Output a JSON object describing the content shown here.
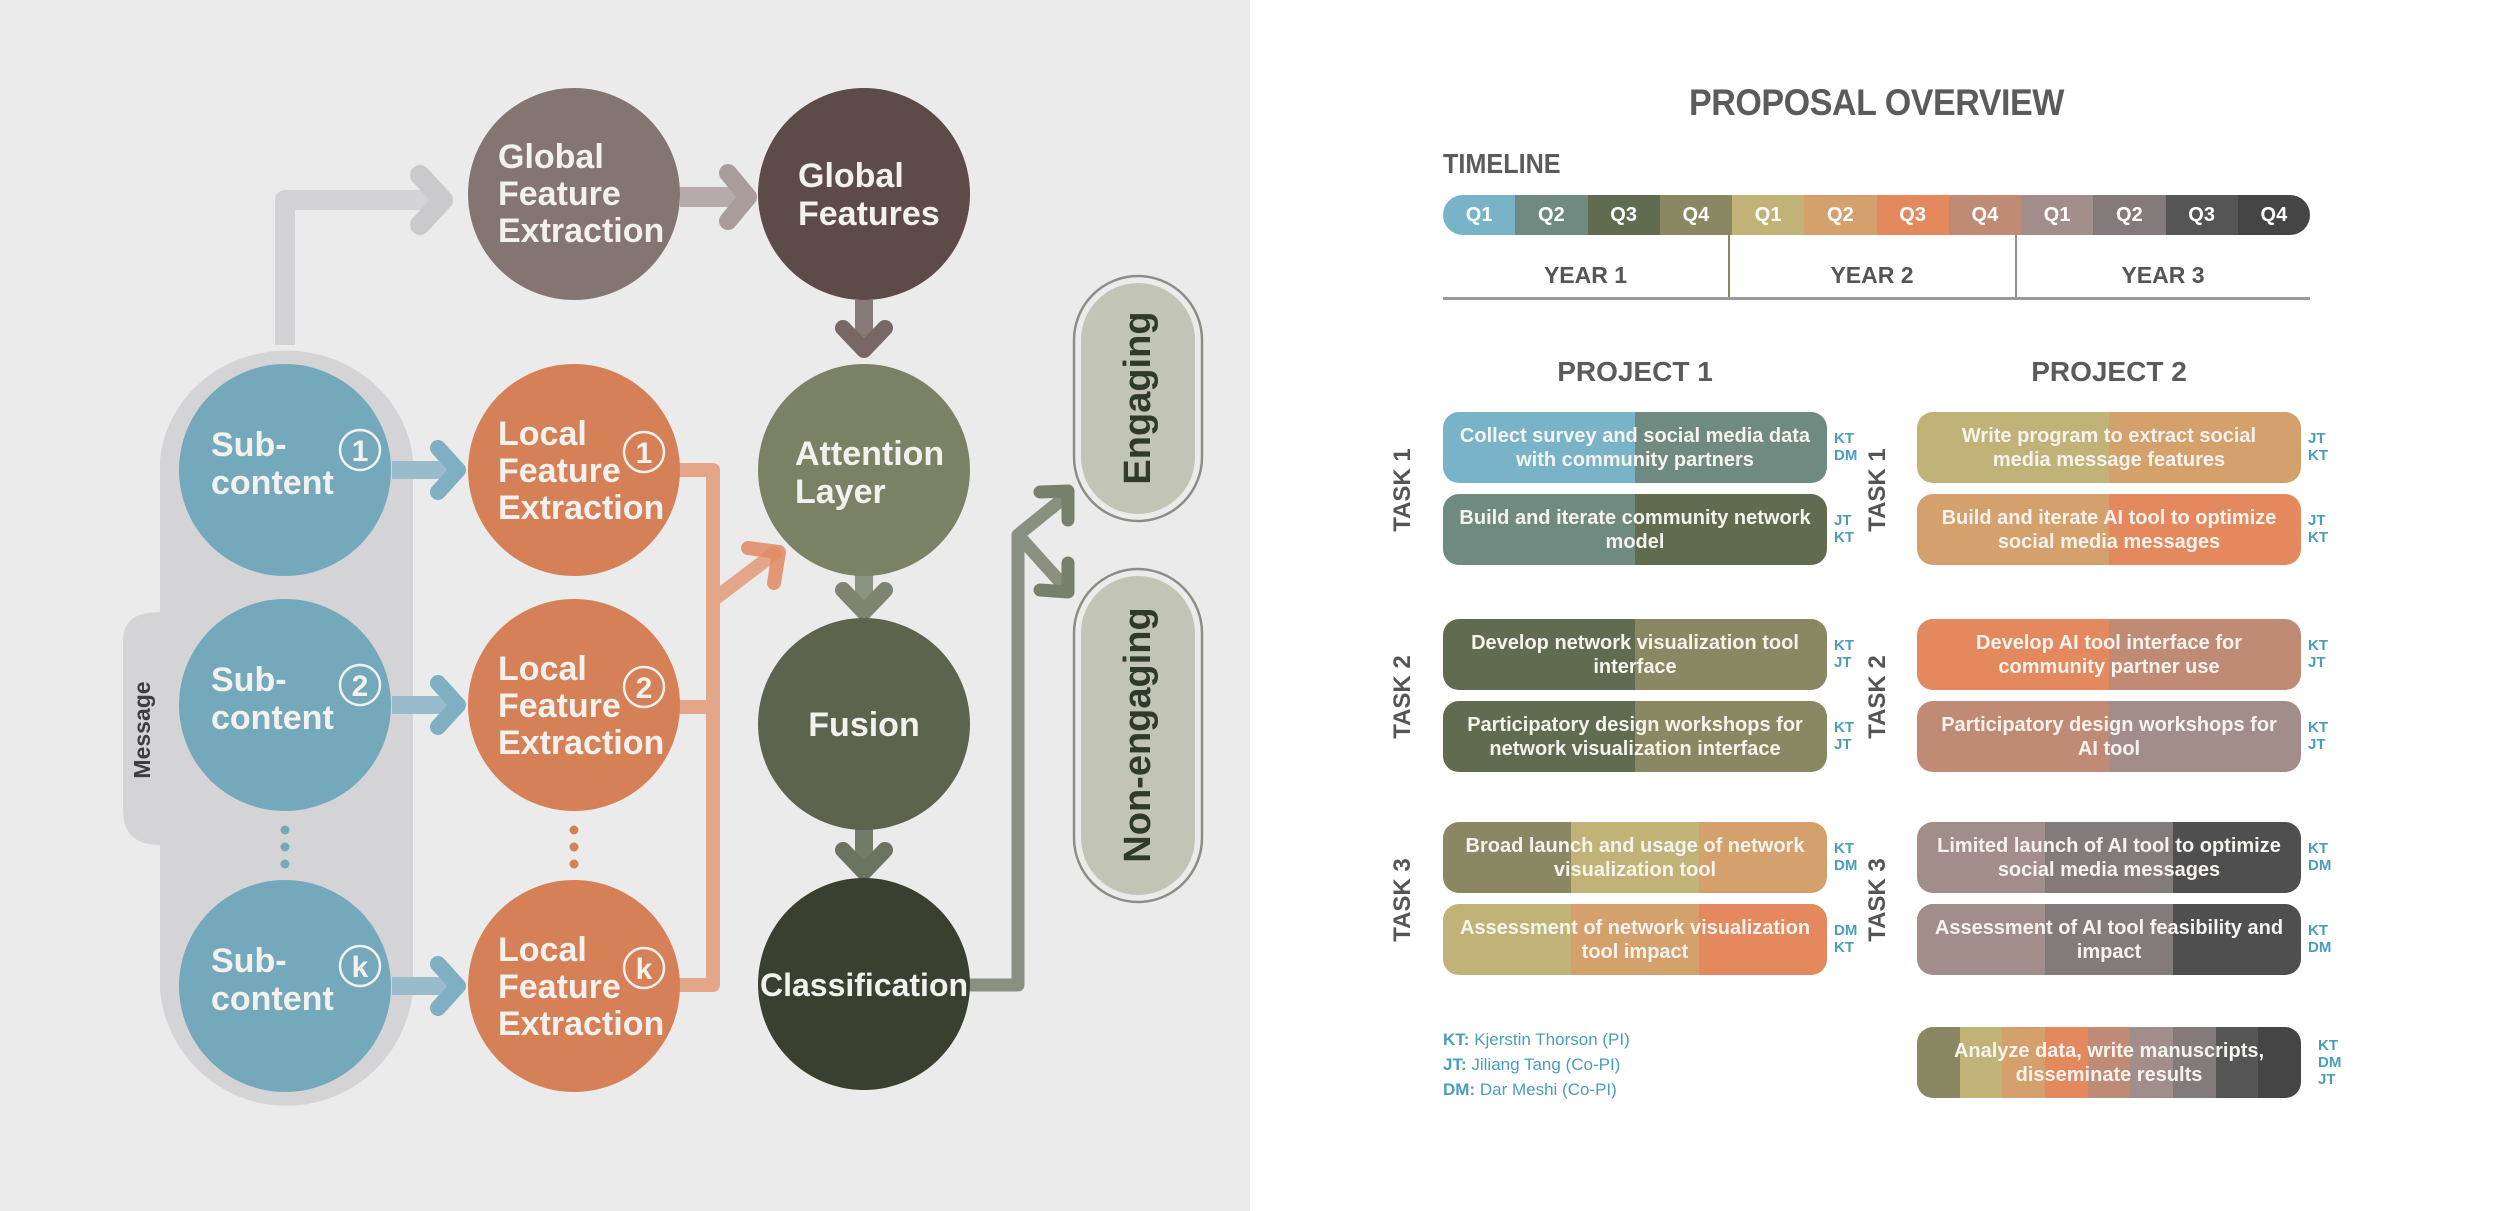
{
  "diagram": {
    "message_label": "Message",
    "subcontents": [
      {
        "line1": "Sub-",
        "line2": "content",
        "index": "1"
      },
      {
        "line1": "Sub-",
        "line2": "content",
        "index": "2"
      },
      {
        "line1": "Sub-",
        "line2": "content",
        "index": "k"
      }
    ],
    "local_features": [
      {
        "line1": "Local",
        "line2": "Feature",
        "line3": "Extraction",
        "index": "1"
      },
      {
        "line1": "Local",
        "line2": "Feature",
        "line3": "Extraction",
        "index": "2"
      },
      {
        "line1": "Local",
        "line2": "Feature",
        "line3": "Extraction",
        "index": "k"
      }
    ],
    "global_extraction": {
      "line1": "Global",
      "line2": "Feature",
      "line3": "Extraction"
    },
    "global_features": {
      "line1": "Global",
      "line2": "Features"
    },
    "attention": {
      "line1": "Attention",
      "line2": "Layer"
    },
    "fusion": "Fusion",
    "classification": "Classification",
    "outputs": [
      "Engaging",
      "Non-engaging"
    ],
    "colors": {
      "subcontent": "#74a9bc",
      "local": "#d68058",
      "global_extraction": "#857572",
      "global_features": "#5c4b48",
      "attention": "#7a8165",
      "fusion": "#5d644d",
      "classification": "#39402f",
      "output": "#c2c5b6"
    }
  },
  "overview": {
    "title": "PROPOSAL OVERVIEW",
    "timeline_label": "TIMELINE",
    "quarters": [
      {
        "label": "Q1",
        "color": "#78b3c8"
      },
      {
        "label": "Q2",
        "color": "#6f8a80"
      },
      {
        "label": "Q3",
        "color": "#606b50"
      },
      {
        "label": "Q4",
        "color": "#8a8862"
      },
      {
        "label": "Q1",
        "color": "#c1b378"
      },
      {
        "label": "Q2",
        "color": "#d4a06c"
      },
      {
        "label": "Q3",
        "color": "#e4895e"
      },
      {
        "label": "Q4",
        "color": "#c08b74"
      },
      {
        "label": "Q1",
        "color": "#a18e8b"
      },
      {
        "label": "Q2",
        "color": "#837b7b"
      },
      {
        "label": "Q3",
        "color": "#555555"
      },
      {
        "label": "Q4",
        "color": "#454545"
      }
    ],
    "years": [
      "YEAR 1",
      "YEAR 2",
      "YEAR 3"
    ],
    "projects": [
      {
        "title": "PROJECT 1",
        "tasks": [
          {
            "label": "TASK 1",
            "items": [
              {
                "text": "Collect survey and social media data with community partners",
                "people": [
                  "KT",
                  "DM"
                ],
                "colors": [
                  "#78b3c8",
                  "#6f8a80"
                ]
              },
              {
                "text": "Build and iterate community network model",
                "people": [
                  "JT",
                  "KT"
                ],
                "colors": [
                  "#6f8a80",
                  "#606b50"
                ]
              }
            ]
          },
          {
            "label": "TASK 2",
            "items": [
              {
                "text": "Develop network visualization tool interface",
                "people": [
                  "KT",
                  "JT"
                ],
                "colors": [
                  "#606b50",
                  "#8a8862"
                ]
              },
              {
                "text": "Participatory design workshops for network visualization interface",
                "people": [
                  "KT",
                  "JT"
                ],
                "colors": [
                  "#606b50",
                  "#8a8862"
                ]
              }
            ]
          },
          {
            "label": "TASK 3",
            "items": [
              {
                "text": "Broad launch and usage of network visualization tool",
                "people": [
                  "KT",
                  "DM"
                ],
                "colors": [
                  "#8a8862",
                  "#c1b378",
                  "#d4a06c"
                ]
              },
              {
                "text": "Assessment of network visualization tool impact",
                "people": [
                  "DM",
                  "KT"
                ],
                "colors": [
                  "#c1b378",
                  "#d4a06c",
                  "#e4895e"
                ]
              }
            ]
          }
        ]
      },
      {
        "title": "PROJECT 2",
        "tasks": [
          {
            "label": "TASK 1",
            "items": [
              {
                "text": "Write program to extract social media message features",
                "people": [
                  "JT",
                  "KT"
                ],
                "colors": [
                  "#c1b378",
                  "#d4a06c"
                ]
              },
              {
                "text": "Build and iterate AI tool to optimize social media messages",
                "people": [
                  "JT",
                  "KT"
                ],
                "colors": [
                  "#d4a06c",
                  "#e4895e"
                ]
              }
            ]
          },
          {
            "label": "TASK 2",
            "items": [
              {
                "text": "Develop AI tool interface for community partner use",
                "people": [
                  "KT",
                  "JT"
                ],
                "colors": [
                  "#e4895e",
                  "#c08b74"
                ]
              },
              {
                "text": "Participatory design workshops for AI tool",
                "people": [
                  "KT",
                  "JT"
                ],
                "colors": [
                  "#c08b74",
                  "#a18e8b"
                ]
              }
            ]
          },
          {
            "label": "TASK 3",
            "items": [
              {
                "text": "Limited launch of AI tool to optimize social media messages",
                "people": [
                  "KT",
                  "DM"
                ],
                "colors": [
                  "#a18e8b",
                  "#837b7b",
                  "#4f4f4f"
                ]
              },
              {
                "text": "Assessment of AI tool feasibility and impact",
                "people": [
                  "KT",
                  "DM"
                ],
                "colors": [
                  "#a18e8b",
                  "#837b7b",
                  "#4f4f4f"
                ]
              }
            ]
          }
        ]
      }
    ],
    "final_task": {
      "text": "Analyze data, write manuscripts, disseminate results",
      "people": [
        "KT",
        "DM",
        "JT"
      ],
      "colors": [
        "#8a8862",
        "#c1b378",
        "#d4a06c",
        "#e4895e",
        "#c08b74",
        "#a18e8b",
        "#837b7b",
        "#555555",
        "#454545"
      ]
    },
    "legend": [
      {
        "code": "KT:",
        "name": "Kjerstin Thorson (PI)"
      },
      {
        "code": "JT:",
        "name": "Jiliang Tang (Co-PI)"
      },
      {
        "code": "DM:",
        "name": "Dar Meshi (Co-PI)"
      }
    ]
  }
}
